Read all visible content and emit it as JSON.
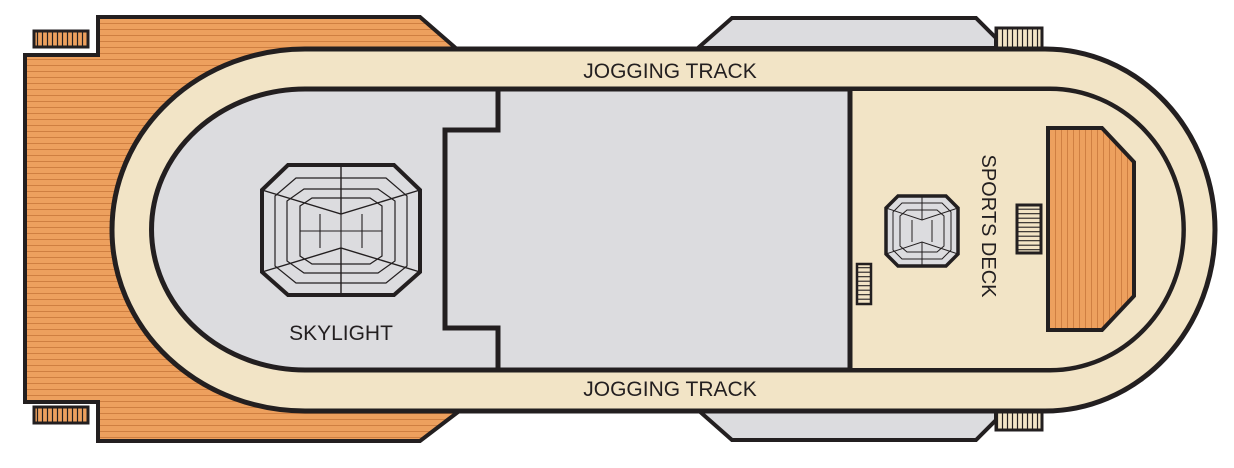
{
  "deck_plan": {
    "labels": {
      "jogging_track_top": "JOGGING TRACK",
      "jogging_track_bottom": "JOGGING TRACK",
      "skylight": "SKYLIGHT",
      "sports_deck": "SPORTS DECK"
    },
    "colors": {
      "wood_deck": "#EDA05E",
      "wood_lines": "#C8773A",
      "track": "#F2E4C6",
      "interior_gray": "#DCDCDF",
      "outline": "#231F20",
      "white": "#FFFFFF",
      "text": "#231F20"
    }
  }
}
